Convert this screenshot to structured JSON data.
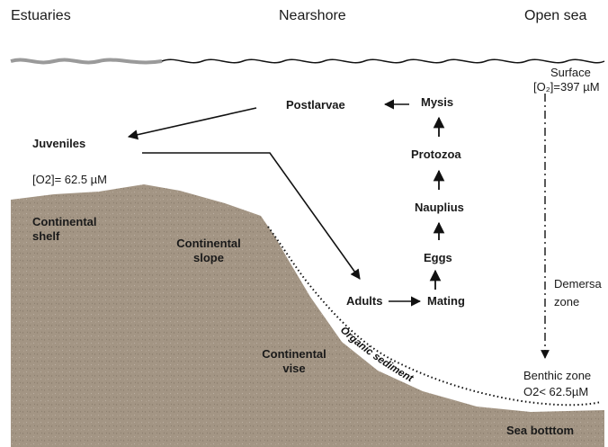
{
  "zones": {
    "estuaries": "Estuaries",
    "nearshore": "Nearshore",
    "open_sea": "Open sea"
  },
  "life_cycle": {
    "postlarvae": "Postlarvae",
    "mysis": "Mysis",
    "protozoa": "Protozoa",
    "nauplius": "Nauplius",
    "eggs": "Eggs",
    "mating": "Mating",
    "adults": "Adults",
    "juveniles": "Juveniles"
  },
  "oxygen": {
    "juvenile_o2": "[O2]= 62.5 µM",
    "surface_label": "Surface",
    "surface_o2": "[O₂]=397 µM",
    "demersal_line1": "Demersa",
    "demersal_line2": "zone",
    "benthic_label": "Benthic zone",
    "benthic_o2": "O2< 62.5µM"
  },
  "seabed": {
    "shelf_line1": "Continental",
    "shelf_line2": "shelf",
    "slope_line1": "Continental",
    "slope_line2": "slope",
    "vise_line1": "Continental",
    "vise_line2": "vise",
    "organic_sediment": "Organic sediment",
    "sea_bottom": "Sea botttom"
  },
  "colors": {
    "seabed": "#a39584",
    "seabed_speckle": "#8a7c6c",
    "line": "#111111"
  }
}
